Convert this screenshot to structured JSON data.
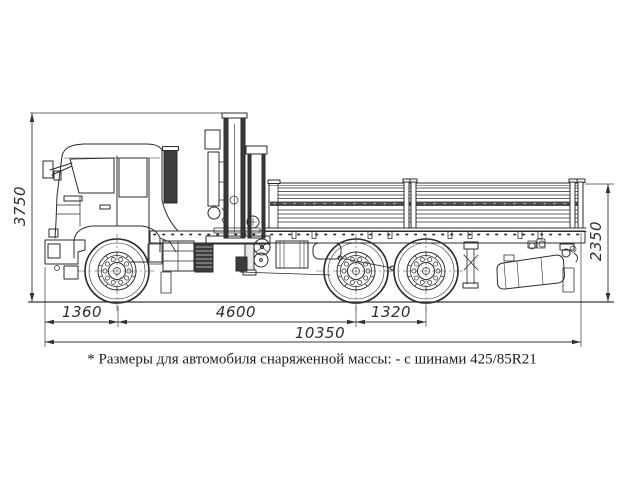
{
  "drawing": {
    "dimensions": {
      "height_overall": "3750",
      "height_platform": "2350",
      "front_overhang": "1360",
      "wheelbase": "4600",
      "bogie_spacing": "1320",
      "length_overall": "10350"
    },
    "footnote": "* Размеры для автомобиля снаряженной массы: - с шинами 425/85R21",
    "colors": {
      "line": "#2b2b2b",
      "dimension": "#3a3a3a",
      "background": "#ffffff"
    }
  }
}
